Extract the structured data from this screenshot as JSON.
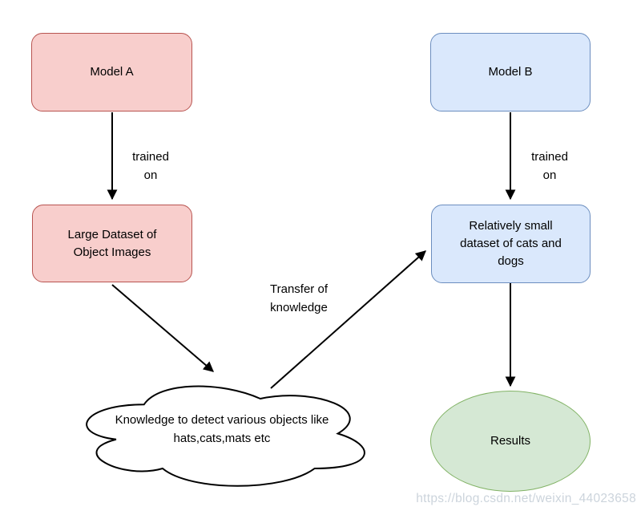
{
  "diagram": {
    "title_hint": "Transfer learning flow diagram",
    "nodes": {
      "model_a": {
        "label": "Model A",
        "shape": "rounded-rect",
        "fill": "#f8cecc",
        "border": "#b85450"
      },
      "model_b": {
        "label": "Model B",
        "shape": "rounded-rect",
        "fill": "#dae8fc",
        "border": "#6c8ebf"
      },
      "large_dataset": {
        "label": "Large Dataset of\nObject Images",
        "shape": "rounded-rect",
        "fill": "#f8cecc",
        "border": "#b85450"
      },
      "small_dataset": {
        "label": "Relatively small\ndataset of cats and\ndogs",
        "shape": "rounded-rect",
        "fill": "#dae8fc",
        "border": "#6c8ebf"
      },
      "knowledge_cloud": {
        "label": "Knowledge to detect various objects like\nhats,cats,mats etc",
        "shape": "cloud",
        "fill": "#ffffff",
        "border": "#000000"
      },
      "results": {
        "label": "Results",
        "shape": "ellipse",
        "fill": "#d5e8d4",
        "border": "#82b366"
      }
    },
    "edges": [
      {
        "from": "model_a",
        "to": "large_dataset",
        "label": "trained\non"
      },
      {
        "from": "model_b",
        "to": "small_dataset",
        "label": "trained\non"
      },
      {
        "from": "large_dataset",
        "to": "knowledge_cloud",
        "label": ""
      },
      {
        "from": "knowledge_cloud",
        "to": "small_dataset",
        "label": "Transfer of\nknowledge"
      },
      {
        "from": "small_dataset",
        "to": "results",
        "label": ""
      }
    ],
    "edge_labels": {
      "trained_on_left": "trained\non",
      "trained_on_right": "trained\non",
      "transfer": "Transfer of\nknowledge"
    }
  },
  "colors": {
    "pink_fill": "#f8cecc",
    "pink_border": "#b85450",
    "blue_fill": "#dae8fc",
    "blue_border": "#6c8ebf",
    "green_fill": "#d5e8d4",
    "green_border": "#82b366",
    "line_color": "#000000",
    "text_color": "#000000",
    "watermark_color": "#ccd4dc",
    "canvas_bg": "#ffffff"
  },
  "watermark": "https://blog.csdn.net/weixin_44023658"
}
